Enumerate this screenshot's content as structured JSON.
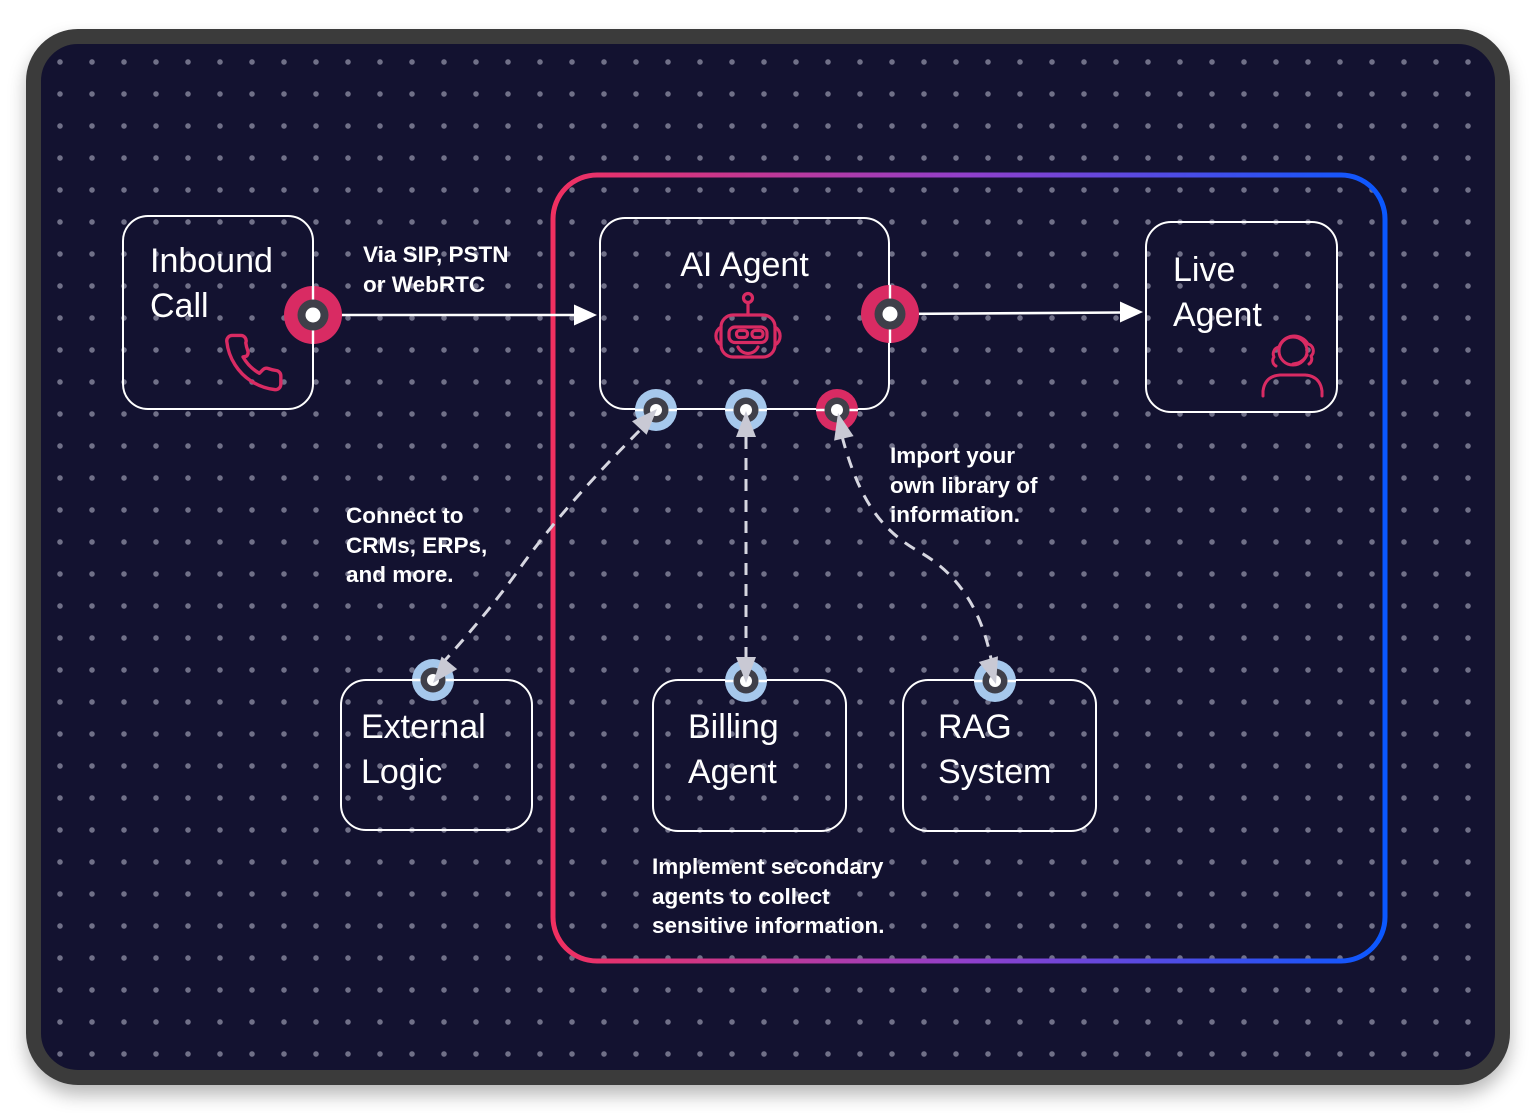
{
  "diagram": {
    "nodes": {
      "inbound_call": "Inbound\nCall",
      "ai_agent": "AI Agent",
      "live_agent": "Live\nAgent",
      "external_logic": "External\nLogic",
      "billing_agent": "Billing\nAgent",
      "rag_system": "RAG\nSystem"
    },
    "labels": {
      "via": "Via SIP, PSTN\nor WebRTC",
      "connect": "Connect to\nCRMs, ERPs,\nand more.",
      "import": "Import your\nown library of\ninformation.",
      "implement": "Implement secondary\nagents to collect\nsensitive information."
    },
    "icons": {
      "inbound_call": "phone-icon",
      "ai_agent": "robot-icon",
      "live_agent": "headset-person-icon"
    },
    "colors": {
      "panel_bg": "#131230",
      "frame_border": "#3b3b3b",
      "node_border": "#ffffff",
      "accent_pink": "#d92b63",
      "accent_blue_port": "#a6c8ec",
      "port_inner": "#3f3f49",
      "dashed_line": "#d6d6e0",
      "wedge": "#c9c9d4",
      "gradient_start": "#f13060",
      "gradient_mid": "#9040cc",
      "gradient_end": "#0a58ff"
    }
  }
}
